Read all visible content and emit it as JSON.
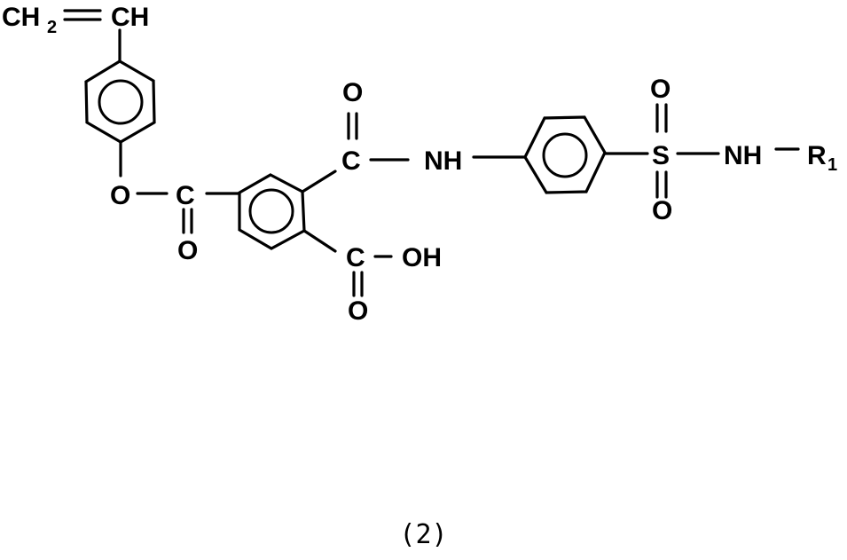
{
  "figure": {
    "type": "chemical-structure",
    "caption": "(2)",
    "atoms": {
      "vinyl_ch2": "CH",
      "vinyl_ch2_sub": "2",
      "vinyl_ch": "CH",
      "ester_o": "O",
      "ester_c": "C",
      "ester_carbonyl_o": "O",
      "amide_c": "C",
      "amide_carbonyl_o": "O",
      "amide_nh": "NH",
      "acid_c": "C",
      "acid_oh": "OH",
      "acid_carbonyl_o": "O",
      "sulfur": "S",
      "sulfonyl_o_top": "O",
      "sulfonyl_o_bottom": "O",
      "sulfonamide_nh": "NH",
      "r_group": "R",
      "r_group_sub": "1"
    },
    "rings": [
      "vinylphenyl-ring",
      "benzene-tricarboxyl-ring",
      "para-phenylene-ring"
    ],
    "colors": {
      "ink": "#000000",
      "background": "#ffffff"
    }
  }
}
